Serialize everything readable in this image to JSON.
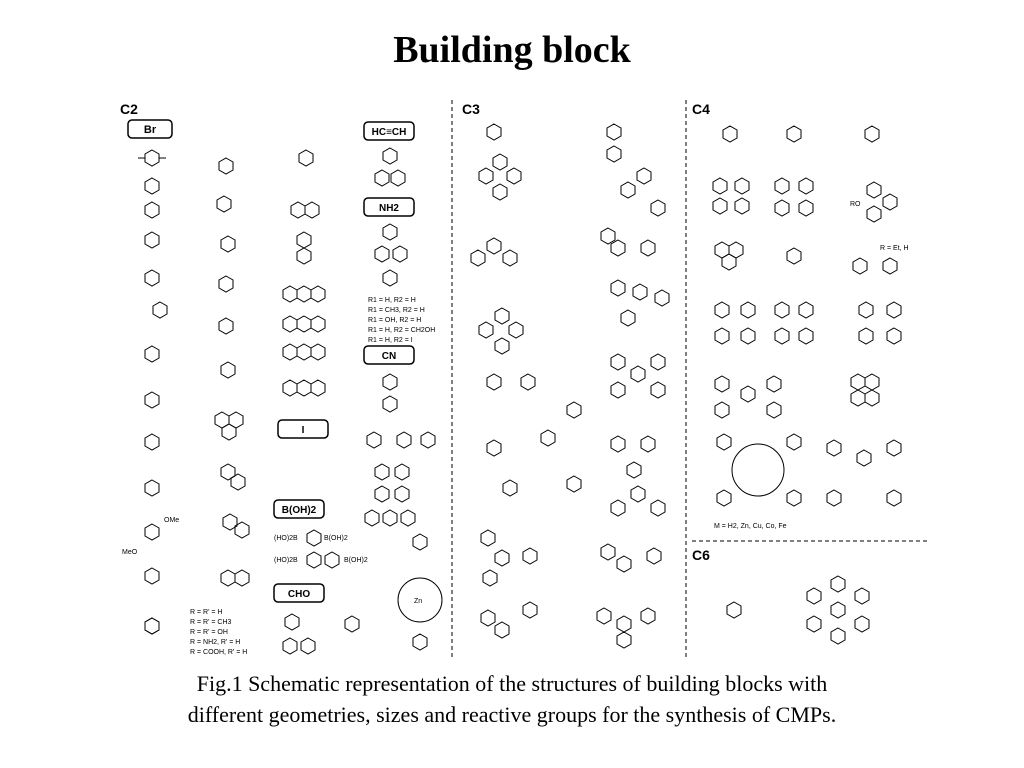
{
  "title": "Building block",
  "caption": {
    "line1": "Fig.1 Schematic representation of the structures of building blocks with",
    "line2": "different geometries, sizes and reactive groups for the synthesis of CMPs."
  },
  "groups": {
    "c2": "C2",
    "c3": "C3",
    "c4": "C4",
    "c6": "C6"
  },
  "reactive_groups": {
    "br": "Br",
    "alkyne": "HC≡CH",
    "nh2": "NH2",
    "cn": "CN",
    "iodo": "I",
    "boronic": "B(OH)2",
    "cho": "CHO"
  },
  "labels": {
    "r_legend": [
      "R = R' = H",
      "R = R' = CH3",
      "R = R' = OH",
      "R = NH2, R' = H",
      "R = COOH, R' = H"
    ],
    "r1r2_legend": [
      "R1 = H, R2 = H",
      "R1 = CH3, R2 = H",
      "R1 = OH, R2 = H",
      "R1 = H, R2 = CH2OH",
      "R1 = H, R2 = I"
    ],
    "metal_legend": "M = H2, Zn, Cu, Co, Fe",
    "r_ethyl": "R = Et, H",
    "boronic_a": "(HO)2B",
    "boronic_b": "B(OH)2",
    "zn": "Zn",
    "ro": "RO",
    "meo": "MeO",
    "ome": "OMe"
  }
}
